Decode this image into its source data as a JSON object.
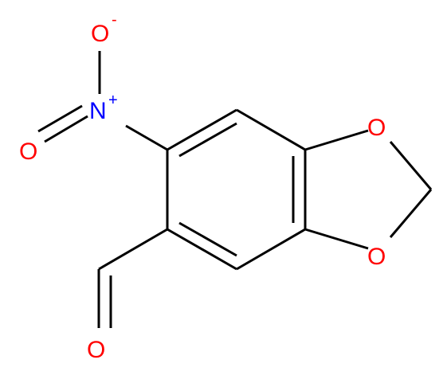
{
  "molecule": {
    "colors": {
      "bond": "#000000",
      "oxygen": "#ff0000",
      "nitrogen": "#0000ff"
    },
    "atoms": {
      "nitro_o_top": "O",
      "nitro_o_top_charge": "-",
      "nitro_n": "N",
      "nitro_n_charge": "+",
      "nitro_o_left": "O",
      "dioxole_o_top": "O",
      "dioxole_o_bottom": "O",
      "aldehyde_o": "O"
    }
  }
}
